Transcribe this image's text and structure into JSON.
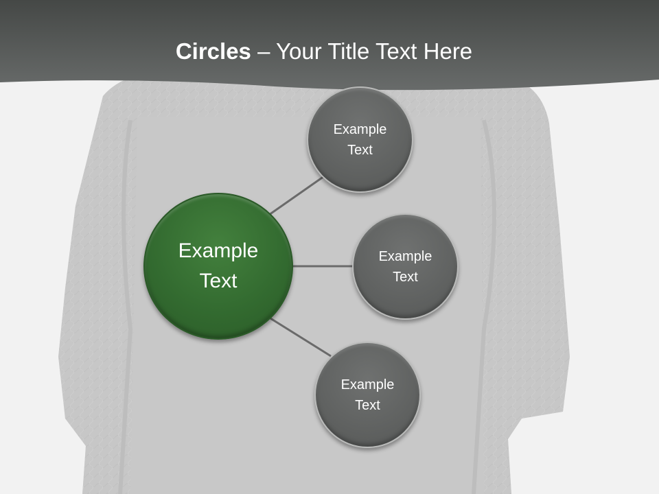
{
  "title": {
    "bold": "Circles",
    "rest": " – Your Title Text Here"
  },
  "diagram": {
    "center": {
      "line1": "Example",
      "line2": "Text"
    },
    "nodes": [
      {
        "line1": "Example",
        "line2": "Text"
      },
      {
        "line1": "Example",
        "line2": "Text"
      },
      {
        "line1": "Example",
        "line2": "Text"
      }
    ]
  },
  "colors": {
    "title_bar": "#5f6261",
    "center_circle": "#336b30",
    "node_circle": "#636564",
    "connector": "#6a6a6a",
    "background": "#f2f2f2",
    "silhouette": "#c8c8c8"
  }
}
